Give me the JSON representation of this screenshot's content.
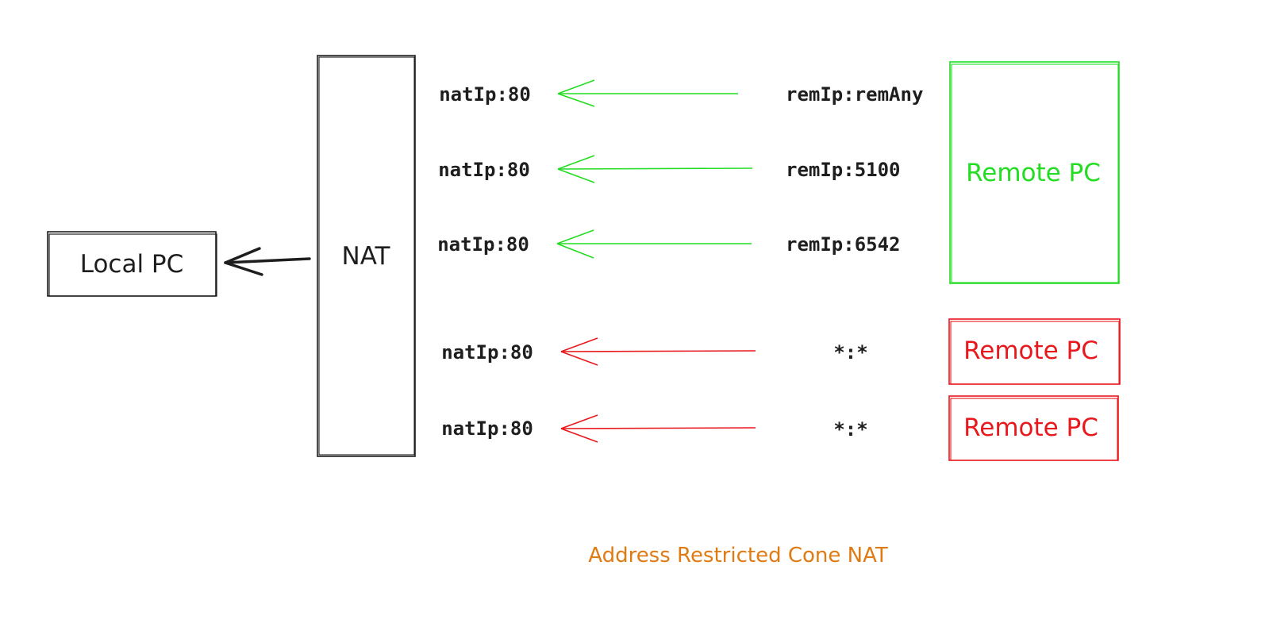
{
  "colors": {
    "ink": "#1e1e1e",
    "allowed": "#22dd22",
    "blocked": "#e8181d",
    "caption": "#e07b14",
    "background": "#ffffff"
  },
  "nodes": {
    "local_pc": "Local PC",
    "nat": "NAT",
    "remote_allowed": "Remote PC",
    "remote_blocked_1": "Remote PC",
    "remote_blocked_2": "Remote PC"
  },
  "mappings": [
    {
      "nat_endpoint": "natIp:80",
      "remote_endpoint": "remIp:remAny",
      "status": "allowed"
    },
    {
      "nat_endpoint": "natIp:80",
      "remote_endpoint": "remIp:5100",
      "status": "allowed"
    },
    {
      "nat_endpoint": "natIp:80",
      "remote_endpoint": "remIp:6542",
      "status": "allowed"
    },
    {
      "nat_endpoint": "natIp:80",
      "remote_endpoint": "*:*",
      "status": "blocked"
    },
    {
      "nat_endpoint": "natIp:80",
      "remote_endpoint": "*:*",
      "status": "blocked"
    }
  ],
  "caption": "Address Restricted Cone NAT"
}
